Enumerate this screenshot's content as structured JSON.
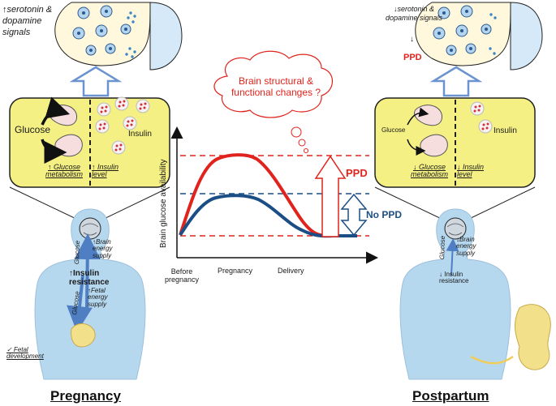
{
  "left": {
    "signals": "↑serotonin & dopamine signals",
    "glucose": "Glucose",
    "insulin": "Insulin",
    "glucose_metabolism": "↑ Glucose metabolism",
    "insulin_level": "↑ Insulin level",
    "brain_energy": "↑Brain energy supply",
    "insulin_resistance": "↑Insulin resistance",
    "fetal_energy": "↑Fetal energy supply",
    "glucose_upper": "Glucose",
    "glucose_lower": "Glucose",
    "fetal_development": "✓ Fetal development",
    "title": "Pregnancy"
  },
  "right": {
    "signals": "↓serotonin & dopamine signals",
    "down_arrow": "↓",
    "ppd": "PPD",
    "glucose": "Glucose",
    "insulin": "Insulin",
    "glucose_metabolism": "↓ Glucose metabolism",
    "insulin_level": "↓ Insulin level",
    "brain_energy": "↓Brain energy supply",
    "glucose_body": "Glucose",
    "insulin_resistance": "↓ Insulin resistance",
    "title": "Postpartum"
  },
  "center": {
    "thought": "Brain structural & functional changes ?",
    "ppd_label": "PPD",
    "no_ppd_label": "No PPD",
    "ylabel": "Brain glucose availability",
    "x_before": "Before pregnancy",
    "x_pregnancy": "Pregnancy",
    "x_delivery": "Delivery"
  },
  "colors": {
    "red": "#e0231c",
    "blue": "#1c4e86",
    "body": "#b6d8ef",
    "cell": "#f4f084",
    "synapse": "#fff8dc"
  },
  "chart_data": {
    "type": "line",
    "ylabel": "Brain glucose availability",
    "categories": [
      "Before pregnancy",
      "Pregnancy",
      "Delivery"
    ],
    "series": [
      {
        "name": "PPD",
        "color": "#e0231c",
        "values": [
          0.0,
          1.0,
          0.0
        ]
      },
      {
        "name": "No PPD",
        "color": "#1c4e86",
        "values": [
          0.0,
          0.5,
          0.0
        ]
      }
    ],
    "axis_units": "relative"
  }
}
